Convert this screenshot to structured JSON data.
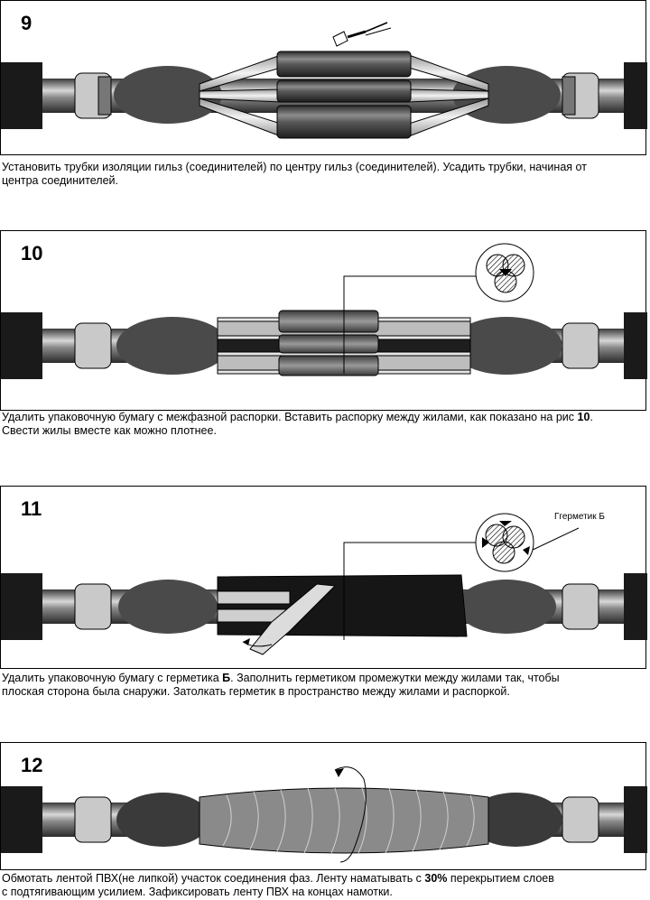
{
  "steps": [
    {
      "number": "9",
      "caption": {
        "line1": "Установить трубки изоляции гильз (соединителей) по центру гильз (соединителей). Усадить трубки, начиная от",
        "line2": "центра соединителей."
      }
    },
    {
      "number": "10",
      "caption": {
        "line1a": "Удалить упаковочную бумагу с межфазной распорки. Вставить распорку между жилами, как показано на рис ",
        "line1b": "10",
        "line1c": ".",
        "line2": "Свести жилы вместе как можно плотнее."
      }
    },
    {
      "number": "11",
      "callout_label": "Ггерметик Б",
      "caption": {
        "line1a": "Удалить упаковочную бумагу с герметика  ",
        "line1b": "Б",
        "line1c": ". Заполнить  герметиком промежутки между жилами так, чтобы",
        "line2": "плоская сторона была снаружи. Затолкать герметик  в пространство между жилами и распоркой."
      }
    },
    {
      "number": "12",
      "caption": {
        "line1a": "Обмотать лентой ПВХ(не липкой)  участок соединения фаз. Ленту наматывать с ",
        "line1b": "30%",
        "line1c": "  перекрытием слоев",
        "line2": "с подтягивающим усилием. Зафиксировать ленту ПВХ на концах намотки."
      }
    }
  ]
}
